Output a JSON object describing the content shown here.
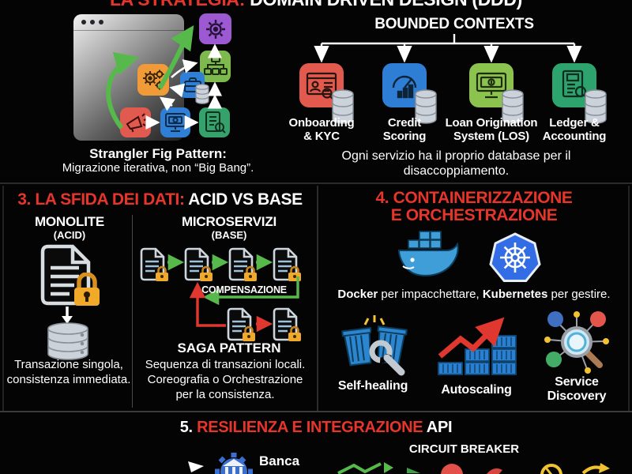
{
  "colors": {
    "accent_red": "#e8352b",
    "tile_red": "#e15a4d",
    "tile_orange": "#f09a38",
    "tile_blue": "#2f7fd6",
    "tile_light_green": "#8cc34f",
    "tile_green": "#2da36e",
    "tile_purple": "#9c59d1",
    "lock_orange": "#f0a929",
    "arrow_green": "#57b94c",
    "arrow_red": "#e0372e",
    "docker_blue": "#3f9ed8",
    "kubernetes_blue": "#326de6",
    "database_gray": "#ccd2da"
  },
  "header": {
    "title_red": "LA STRATEGIA:",
    "title_white": " DOMAIN DRIVEN DESIGN (DDD)"
  },
  "strangler": {
    "title": "Strangler Fig Pattern:",
    "subtitle": "Migrazione iterativa, non “Big Bang”."
  },
  "bounded": {
    "title": "BOUNDED CONTEXTS",
    "caption": "Ogni servizio ha il proprio database per il disaccoppiamento.",
    "services": [
      {
        "line1": "Onboarding",
        "line2": "& KYC"
      },
      {
        "line1": "Credit",
        "line2": "Scoring"
      },
      {
        "line1": "Loan Origination",
        "line2": "System (LOS)"
      },
      {
        "line1": "Ledger &",
        "line2": "Accounting"
      }
    ]
  },
  "data_section": {
    "title_red": "3. LA SFIDA DEI DATI:",
    "title_white": " ACID VS BASE",
    "monolite_title": "MONOLITE",
    "monolite_sub": "(ACID)",
    "monolite_caption": "Transazione singola, consistenza immediata.",
    "micro_title": "MICROSERVIZI",
    "micro_sub": "(BASE)",
    "compensation": "COMPENSAZIONE",
    "saga_title": "SAGA PATTERN",
    "saga_caption": "Sequenza di transazioni locali. Coreografia o Orchestrazione per la consistenza."
  },
  "container_section": {
    "title_line1": "4. CONTAINERIZZAZIONE",
    "title_line2": "E ORCHESTRAZIONE",
    "caption": {
      "b1": "Docker",
      "t1": " per impacchettare, ",
      "b2": "Kubernetes",
      "t2": " per gestire."
    },
    "features": [
      {
        "line1": "Self-healing",
        "line2": ""
      },
      {
        "line1": "Autoscaling",
        "line2": ""
      },
      {
        "line1": "Service",
        "line2": "Discovery"
      }
    ]
  },
  "resilience_section": {
    "title_white1": "5. ",
    "title_red": "RESILIENZA E INTEGRAZIONE",
    "title_white2": " API",
    "circuit_breaker": "CIRCUIT BREAKER",
    "banca": "Banca"
  },
  "icon_names": [
    "gear-icon",
    "org-chart-icon",
    "gears-icon",
    "briefcase-icon",
    "megaphone-icon",
    "money-monitor-icon",
    "document-search-icon",
    "id-card-icon",
    "gauge-icon",
    "banknote-monitor-icon",
    "ledger-icon",
    "database-icon",
    "lock-icon",
    "docker-whale-icon",
    "kubernetes-wheel-icon",
    "broken-container-wrench-icon",
    "autoscaling-chart-icon",
    "service-discovery-magnifier-icon",
    "bank-gear-icon"
  ]
}
